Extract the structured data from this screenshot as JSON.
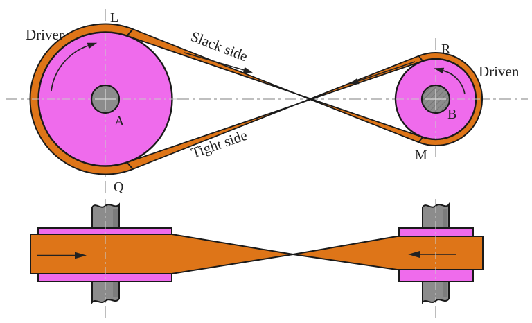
{
  "colors": {
    "background": "#FFFFFF",
    "belt": "#DE7518",
    "pulley": "#EF6BEC",
    "shaft": "#8C8C8C",
    "shaft_shade": "#6F6F6F",
    "hub": "#8C8C8C",
    "hatch": "#777777",
    "outline": "#1A1A1A",
    "centerline": "#999999",
    "centerline_light": "#C9C9C9",
    "text": "#222222"
  },
  "top_view": {
    "driver_label": "Driver",
    "driven_label": "Driven",
    "slack_side_label": "Slack side",
    "tight_side_label": "Tight side",
    "points": {
      "L": "L",
      "Q": "Q",
      "R": "R",
      "M": "M"
    },
    "centers": {
      "A": "A",
      "B": "B"
    }
  }
}
